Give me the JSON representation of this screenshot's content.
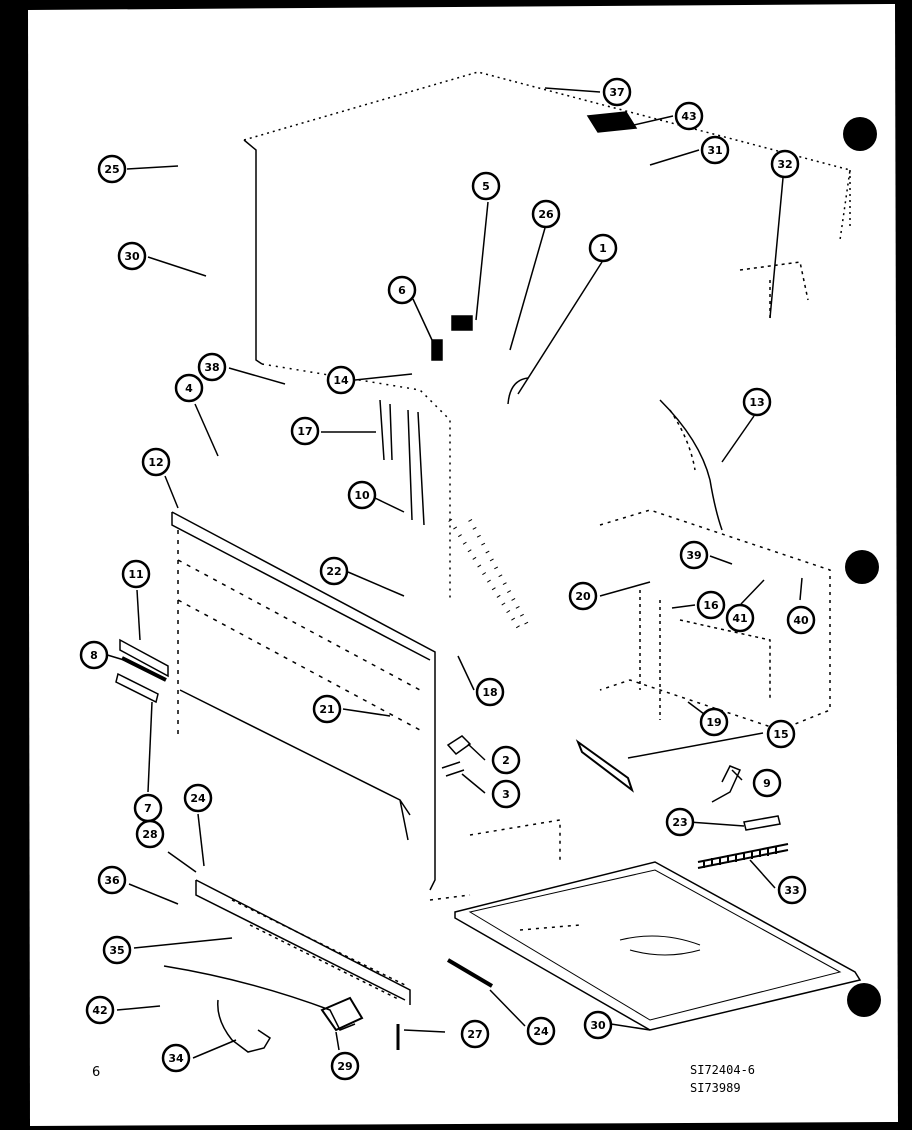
{
  "page_number": "6",
  "drawing_codes": [
    "SI72404-6",
    "SI73989"
  ],
  "callouts": [
    {
      "id": "c37",
      "label": "37"
    },
    {
      "id": "c43",
      "label": "43"
    },
    {
      "id": "c31",
      "label": "31"
    },
    {
      "id": "c32",
      "label": "32"
    },
    {
      "id": "c25a",
      "label": "25"
    },
    {
      "id": "c5",
      "label": "5"
    },
    {
      "id": "c26",
      "label": "26"
    },
    {
      "id": "c1",
      "label": "1"
    },
    {
      "id": "c30a",
      "label": "30"
    },
    {
      "id": "c6",
      "label": "6"
    },
    {
      "id": "c38",
      "label": "38"
    },
    {
      "id": "c14",
      "label": "14"
    },
    {
      "id": "c4",
      "label": "4"
    },
    {
      "id": "c17",
      "label": "17"
    },
    {
      "id": "c13",
      "label": "13"
    },
    {
      "id": "c12",
      "label": "12"
    },
    {
      "id": "c10",
      "label": "10"
    },
    {
      "id": "c39",
      "label": "39"
    },
    {
      "id": "c22",
      "label": "22"
    },
    {
      "id": "c20",
      "label": "20"
    },
    {
      "id": "c16",
      "label": "16"
    },
    {
      "id": "c41",
      "label": "41"
    },
    {
      "id": "c40",
      "label": "40"
    },
    {
      "id": "c11",
      "label": "11"
    },
    {
      "id": "c8",
      "label": "8"
    },
    {
      "id": "c18",
      "label": "18"
    },
    {
      "id": "c21",
      "label": "21"
    },
    {
      "id": "c19",
      "label": "19"
    },
    {
      "id": "c15",
      "label": "15"
    },
    {
      "id": "c2",
      "label": "2"
    },
    {
      "id": "c7",
      "label": "7"
    },
    {
      "id": "c3",
      "label": "3"
    },
    {
      "id": "c9",
      "label": "9"
    },
    {
      "id": "c24a",
      "label": "24"
    },
    {
      "id": "c28",
      "label": "28"
    },
    {
      "id": "c23",
      "label": "23"
    },
    {
      "id": "c36",
      "label": "36"
    },
    {
      "id": "c33",
      "label": "33"
    },
    {
      "id": "c35",
      "label": "35"
    },
    {
      "id": "c42",
      "label": "42"
    },
    {
      "id": "c27",
      "label": "27"
    },
    {
      "id": "c24b",
      "label": "24"
    },
    {
      "id": "c34",
      "label": "34"
    },
    {
      "id": "c29",
      "label": "29"
    },
    {
      "id": "c30b",
      "label": "30"
    }
  ]
}
